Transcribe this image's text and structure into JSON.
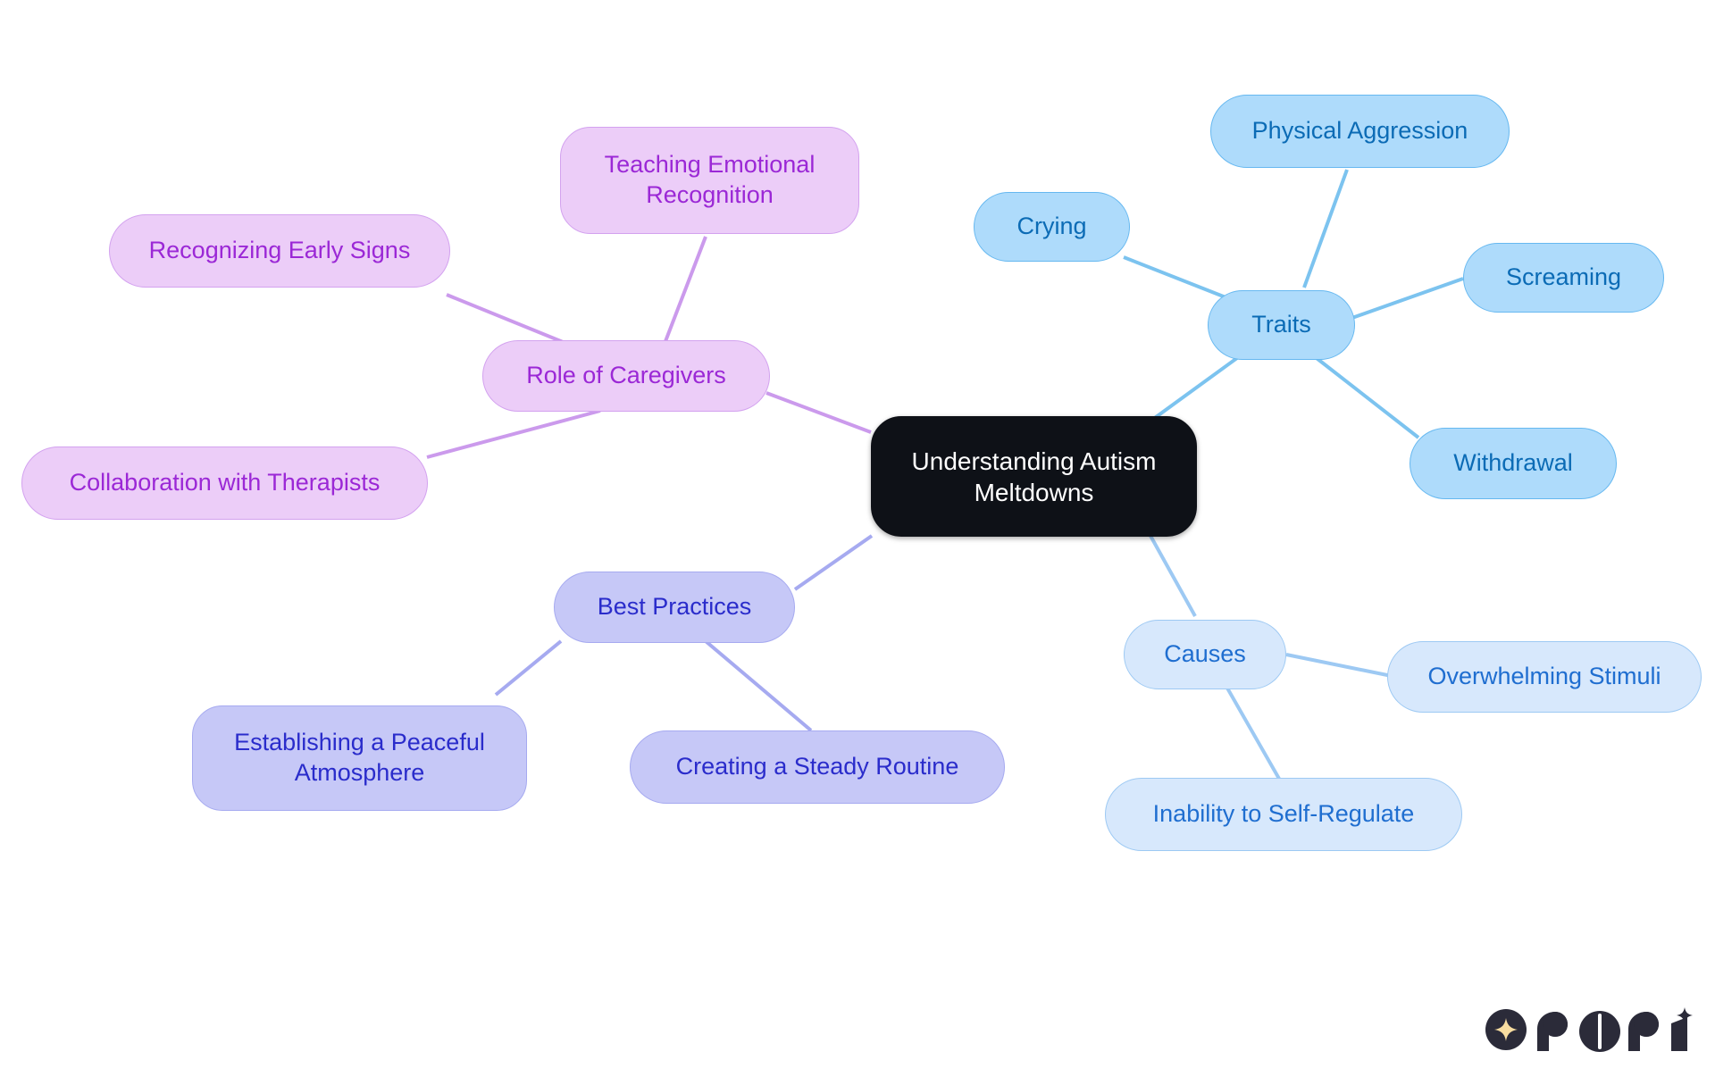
{
  "diagram": {
    "type": "mind-map",
    "title": "Understanding Autism Meltdowns",
    "background": "#ffffff",
    "root": {
      "id": "root",
      "label": "Understanding Autism\nMeltdowns",
      "fill": "#0e1117",
      "text_color": "#ffffff"
    },
    "branches": [
      {
        "id": "traits",
        "label": "Traits",
        "fill": "#aedbfb",
        "border": "#66b8f0",
        "text_color": "#0b6bb5",
        "children": [
          {
            "id": "physical-aggression",
            "label": "Physical Aggression"
          },
          {
            "id": "crying",
            "label": "Crying"
          },
          {
            "id": "screaming",
            "label": "Screaming"
          },
          {
            "id": "withdrawal",
            "label": "Withdrawal"
          }
        ]
      },
      {
        "id": "causes",
        "label": "Causes",
        "fill": "#d7e8fc",
        "border": "#9dc9f3",
        "text_color": "#1f6ed0",
        "children": [
          {
            "id": "overwhelming-stimuli",
            "label": "Overwhelming Stimuli"
          },
          {
            "id": "inability-to-self-regulate",
            "label": "Inability to Self-Regulate"
          }
        ]
      },
      {
        "id": "role-of-caregivers",
        "label": "Role of Caregivers",
        "fill": "#eccdf8",
        "border": "#d3a2ef",
        "text_color": "#9b28d6",
        "children": [
          {
            "id": "teaching-emotional-recognition",
            "label": "Teaching Emotional\nRecognition"
          },
          {
            "id": "recognizing-early-signs",
            "label": "Recognizing Early Signs"
          },
          {
            "id": "collaboration-with-therapists",
            "label": "Collaboration with Therapists"
          }
        ]
      },
      {
        "id": "best-practices",
        "label": "Best Practices",
        "fill": "#c6c8f7",
        "border": "#a6aaf0",
        "text_color": "#2a2ccb",
        "children": [
          {
            "id": "establishing-a-peaceful-atmosphere",
            "label": "Establishing a Peaceful\nAtmosphere"
          },
          {
            "id": "creating-a-steady-routine",
            "label": "Creating a Steady Routine"
          }
        ]
      }
    ],
    "edge_colors": {
      "traits": "#7cc3ef",
      "causes": "#9dc9f3",
      "caregivers": "#cb9aec",
      "practices": "#a6aaf0"
    }
  },
  "watermark": {
    "brand": "rori",
    "mark_icon": "sparkle-icon",
    "mark_bg": "#2b2b39",
    "sparkle_color": "#f8dda0"
  }
}
